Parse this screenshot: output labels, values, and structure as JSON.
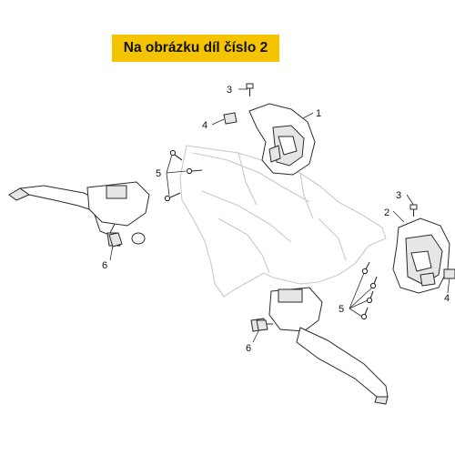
{
  "banner": {
    "text": "Na obrázku díl číslo 2",
    "color": "#f5c400"
  },
  "callouts": {
    "c1": "1",
    "c2": "2",
    "c3a": "3",
    "c3b": "3",
    "c4a": "4",
    "c4b": "4",
    "c5a": "5",
    "c5b": "5",
    "c6a": "6",
    "c6b": "6"
  },
  "colors": {
    "line": "#2b2b2b",
    "ghost": "#c9c9c9",
    "shade": "#e6e6e6"
  }
}
